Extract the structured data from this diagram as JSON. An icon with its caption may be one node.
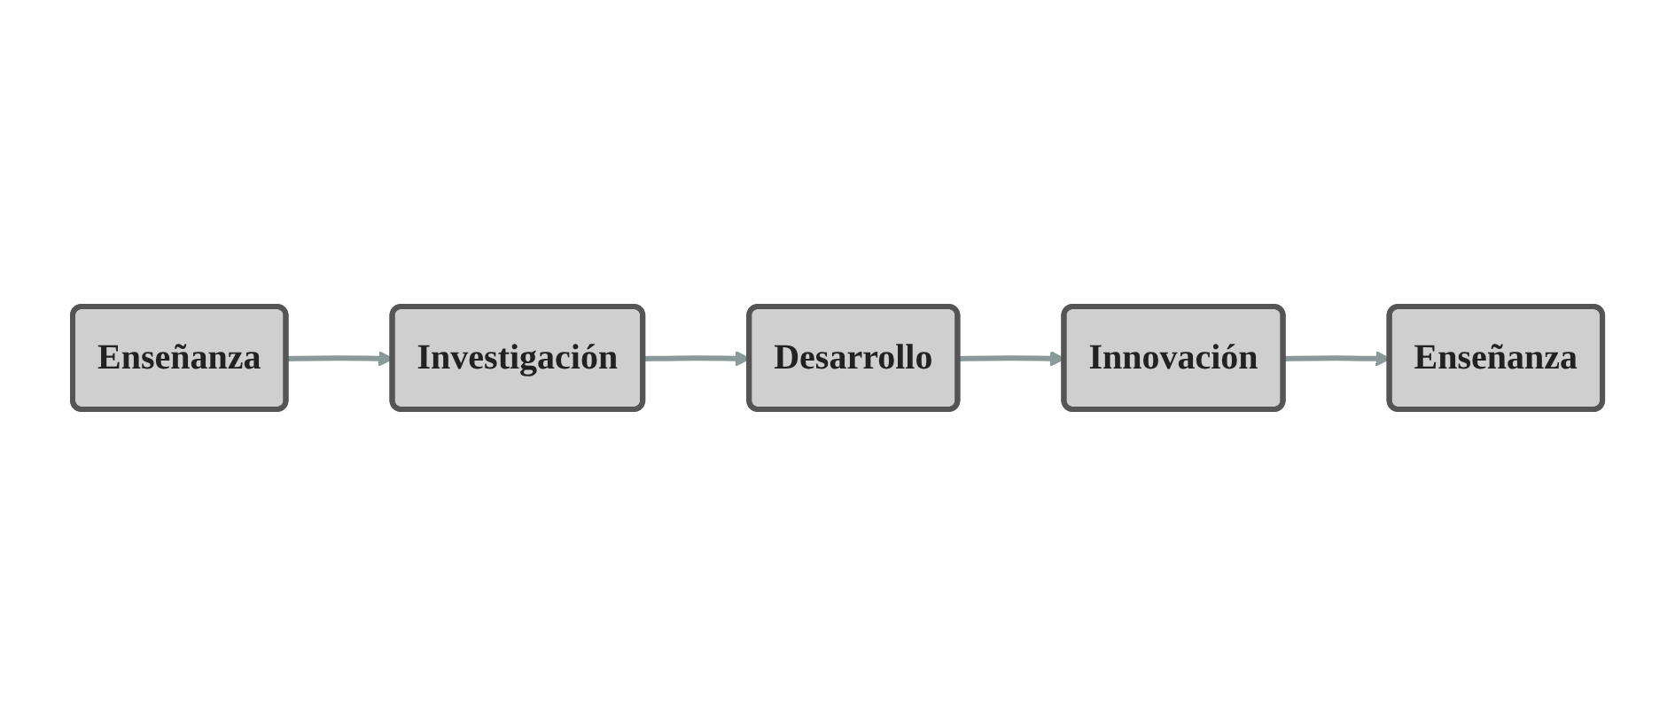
{
  "diagram": {
    "nodes": [
      {
        "text": [
          "Enseñanza"
        ]
      },
      {
        "text": [
          "Investigación"
        ]
      },
      {
        "text": [
          "Desarrollo"
        ]
      },
      {
        "text": [
          "Innovación"
        ]
      },
      {
        "text": [
          "Enseñanza"
        ]
      }
    ],
    "edges": [
      {
        "from": 0,
        "to": 1,
        "arrow": "to"
      },
      {
        "from": 1,
        "to": 2,
        "arrow": "to"
      },
      {
        "from": 2,
        "to": 3,
        "arrow": "to"
      },
      {
        "from": 3,
        "to": 4,
        "arrow": "to"
      }
    ]
  }
}
